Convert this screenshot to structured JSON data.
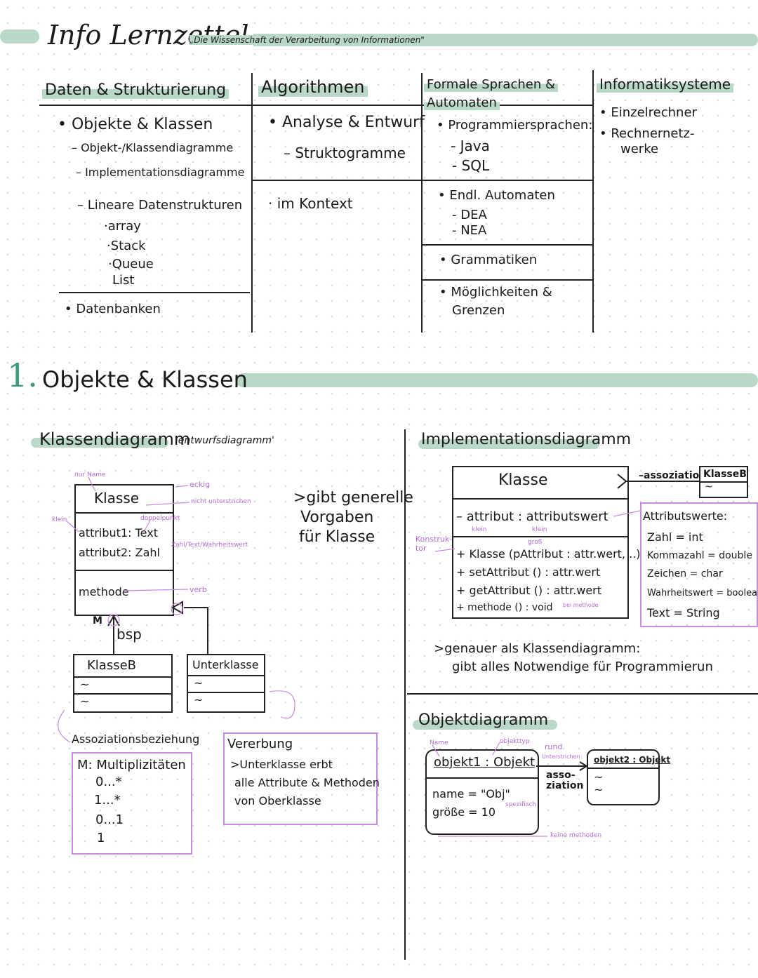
{
  "header": {
    "title": "Info Lernzettel",
    "subtitle": "„Die Wissenschaft der Verarbeitung von Informationen\""
  },
  "overview": {
    "col1": {
      "heading": "Daten & Strukturierung",
      "item1": "Objekte & Klassen",
      "sub1": "– Objekt-/Klassendiagramme",
      "sub2": "– Implementationsdiagramme",
      "sub3": "– Lineare Datenstrukturen",
      "list": [
        "array",
        "Stack",
        "Queue",
        "List"
      ],
      "item2": "Datenbanken"
    },
    "col2": {
      "heading": "Algorithmen",
      "item1": "Analyse & Entwurf",
      "sub1": "– Struktogramme",
      "item2": "im Kontext"
    },
    "col3": {
      "heading_line1": "Formale Sprachen &",
      "heading_line2": "Automaten",
      "item1": "Programmiersprachen:",
      "item1_subs": [
        "- Java",
        "- SQL"
      ],
      "item2": "Endl. Automaten",
      "item2_subs": [
        "- DEA",
        "- NEA"
      ],
      "item3": "Grammatiken",
      "item4_line1": "Möglichkeiten &",
      "item4_line2": "Grenzen"
    },
    "col4": {
      "heading": "Informatiksysteme",
      "item1": "Einzelrechner",
      "item2_line1": "Rechnernetz-",
      "item2_line2": "werke"
    }
  },
  "section1": {
    "number": "1.",
    "title": "Objekte & Klassen"
  },
  "klassendiagramm": {
    "heading": "Klassendiagramm",
    "heading_note": "'entwurfsdiagramm'",
    "class_name": "Klasse",
    "attr1": "attribut1: Text",
    "attr2": "attribut2: Zahl",
    "method": "methode",
    "notes": {
      "nur_name": "nur Name",
      "eckig": "eckig",
      "nicht_unterstrichen": "nicht unterstrichen",
      "klein": "klein",
      "doppelpunkt": "doppelpunkt",
      "typen": "Zahl/Text/Wahrheitswert",
      "verb": "verb"
    },
    "multiplicity_label": "M",
    "assoc_label": "bsp",
    "classB": "KlasseB",
    "subclass": "Unterklasse",
    "tilde": "~",
    "description": [
      ">gibt generelle",
      "Vorgaben",
      "für Klasse"
    ],
    "assoc_box": {
      "title": "Assoziationsbeziehung",
      "line1": "M: Multiplizitäten",
      "values": [
        "0...*",
        "1...*",
        "0...1",
        "1"
      ]
    },
    "inherit_box": {
      "title": "Vererbung",
      "lines": [
        ">Unterklasse erbt",
        "alle Attribute & Methoden",
        "von Oberklasse"
      ]
    }
  },
  "implementationsdiagramm": {
    "heading": "Implementationsdiagramm",
    "class_name": "Klasse",
    "attribute": "– attribut : attributswert",
    "notes": {
      "klein1": "klein",
      "klein2": "klein",
      "konstruktor": "Konstruk-tor",
      "gross": "groß",
      "bei_methode": "bei methode"
    },
    "methods": [
      "+ Klasse (pAttribut : attr.wert, ..)",
      "+ setAttribut () : attr.wert",
      "+ getAttribut () : attr.wert",
      "+ methode () : void"
    ],
    "assoc_label": "–assoziation",
    "classB": "KlasseB",
    "tilde": "~",
    "types_box": {
      "title": "Attributswerte:",
      "lines": [
        "Zahl = int",
        "Kommazahl = double",
        "Zeichen = char",
        "Wahrheitswert = boolean",
        "Text = String"
      ]
    },
    "description": [
      ">genauer als Klassendiagramm:",
      "gibt alles Notwendige für Programmierun"
    ]
  },
  "objektdiagramm": {
    "heading": "Objektdiagramm",
    "object_name": "objekt1 : Objekt",
    "attr1": "name = \"Obj\"",
    "attr2": "größe = 10",
    "notes": {
      "name": "Name",
      "objekttyp": "objekttyp",
      "rund": "rund",
      "unterstrichen": "Unterstrichen",
      "spezifisch": "spezifisch",
      "keine_methoden": "keine methoden"
    },
    "assoc_label": "asso-ziation",
    "object2": "objekt2 : Objekt",
    "tilde": "~"
  },
  "colors": {
    "highlight": "#b9d8c8",
    "annotation": "#b46bd8",
    "ink": "#1a1a1a"
  }
}
